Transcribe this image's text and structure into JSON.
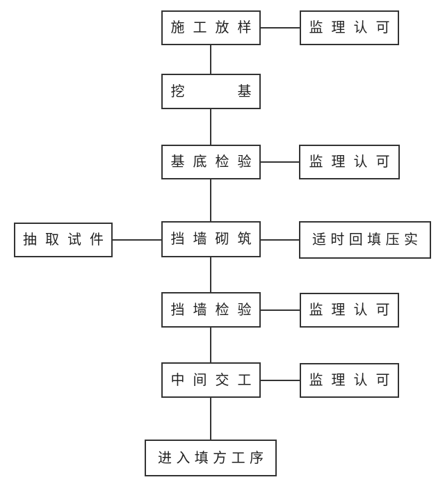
{
  "colors": {
    "line": "#333333",
    "background": "#ffffff",
    "text": "#222222"
  },
  "flowchart": {
    "nodes": {
      "construction_setting_out": {
        "label": "施工放样"
      },
      "excavation": {
        "label": "挖　　基"
      },
      "foundation_inspection": {
        "label": "基底检验"
      },
      "sample_extraction": {
        "label": "抽取试件"
      },
      "retaining_wall_masonry": {
        "label": "挡墙砌筑"
      },
      "timely_backfill_compaction": {
        "label": "适时回填压实"
      },
      "retaining_wall_inspection": {
        "label": "挡墙检验"
      },
      "intermediate_handover": {
        "label": "中间交工"
      },
      "proceed_to_filling": {
        "label": "进入填方工序"
      },
      "supervisor_approval_1": {
        "label": "监理认可"
      },
      "supervisor_approval_2": {
        "label": "监理认可"
      },
      "supervisor_approval_3": {
        "label": "监理认可"
      },
      "supervisor_approval_4": {
        "label": "监理认可"
      }
    }
  }
}
